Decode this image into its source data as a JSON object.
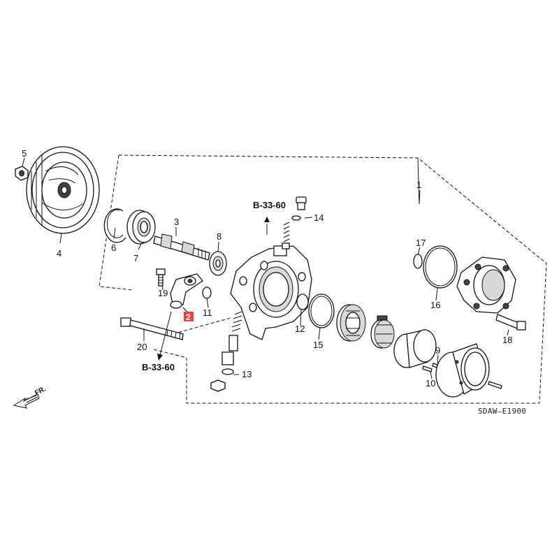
{
  "diagram": {
    "callouts": {
      "p1": "1",
      "p2": "2",
      "p3": "3",
      "p4": "4",
      "p5": "5",
      "p6": "6",
      "p7": "7",
      "p8": "8",
      "p9": "9",
      "p10": "10",
      "p11": "11",
      "p12": "12",
      "p13": "13",
      "p14": "14",
      "p15": "15",
      "p16": "16",
      "p17": "17",
      "p18": "18",
      "p19": "19",
      "p20": "20"
    },
    "highlighted_part": "2",
    "highlight_color": "#e64545",
    "references": {
      "ref_top": "B-33-60",
      "ref_bottom": "B-33-60"
    },
    "direction_label": "FR.",
    "diagram_code": "SDAW—E1900"
  }
}
